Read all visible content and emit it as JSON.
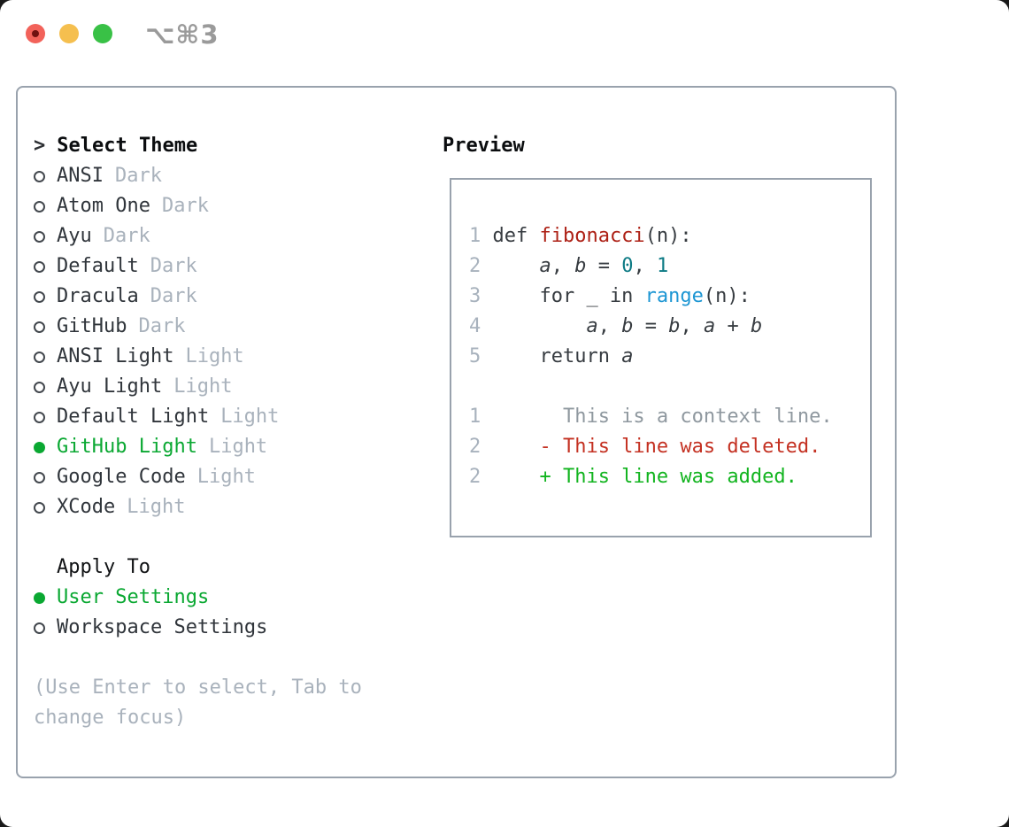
{
  "window": {
    "shortcut": "⌥⌘3"
  },
  "theme_panel": {
    "prompt": ">",
    "title": "Select Theme",
    "themes": [
      {
        "name": "ANSI",
        "tag": "Dark",
        "selected": false
      },
      {
        "name": "Atom One",
        "tag": "Dark",
        "selected": false
      },
      {
        "name": "Ayu",
        "tag": "Dark",
        "selected": false
      },
      {
        "name": "Default",
        "tag": "Dark",
        "selected": false
      },
      {
        "name": "Dracula",
        "tag": "Dark",
        "selected": false
      },
      {
        "name": "GitHub",
        "tag": "Dark",
        "selected": false
      },
      {
        "name": "ANSI Light",
        "tag": "Light",
        "selected": false
      },
      {
        "name": "Ayu Light",
        "tag": "Light",
        "selected": false
      },
      {
        "name": "Default Light",
        "tag": "Light",
        "selected": false
      },
      {
        "name": "GitHub Light",
        "tag": "Light",
        "selected": true
      },
      {
        "name": "Google Code",
        "tag": "Light",
        "selected": false
      },
      {
        "name": "XCode",
        "tag": "Light",
        "selected": false
      }
    ],
    "apply_to": {
      "title": "Apply To",
      "options": [
        {
          "label": "User Settings",
          "selected": true
        },
        {
          "label": "Workspace Settings",
          "selected": false
        }
      ]
    },
    "hint": "(Use Enter to select, Tab to change focus)"
  },
  "preview": {
    "title": "Preview",
    "lines": [
      {
        "num": "1",
        "kind": "code",
        "tokens": [
          [
            "plain",
            "def "
          ],
          [
            "func",
            "fibonacci"
          ],
          [
            "plain",
            "(n):"
          ]
        ]
      },
      {
        "num": "2",
        "kind": "code",
        "tokens": [
          [
            "plain",
            "    "
          ],
          [
            "var",
            "a"
          ],
          [
            "plain",
            ", "
          ],
          [
            "var",
            "b"
          ],
          [
            "plain",
            " = "
          ],
          [
            "numlit",
            "0"
          ],
          [
            "plain",
            ", "
          ],
          [
            "numlit",
            "1"
          ]
        ]
      },
      {
        "num": "3",
        "kind": "code",
        "tokens": [
          [
            "plain",
            "    for _ in "
          ],
          [
            "builtin",
            "range"
          ],
          [
            "plain",
            "(n):"
          ]
        ]
      },
      {
        "num": "4",
        "kind": "code",
        "tokens": [
          [
            "plain",
            "        "
          ],
          [
            "var",
            "a"
          ],
          [
            "plain",
            ", "
          ],
          [
            "var",
            "b"
          ],
          [
            "plain",
            " = "
          ],
          [
            "var",
            "b"
          ],
          [
            "plain",
            ", "
          ],
          [
            "var",
            "a"
          ],
          [
            "plain",
            " + "
          ],
          [
            "var",
            "b"
          ]
        ]
      },
      {
        "num": "5",
        "kind": "code",
        "tokens": [
          [
            "plain",
            "    return "
          ],
          [
            "var",
            "a"
          ]
        ]
      },
      {
        "num": "",
        "kind": "blank",
        "tokens": []
      },
      {
        "num": "1",
        "kind": "context",
        "tokens": [
          [
            "ctx",
            "      This is a context line."
          ]
        ]
      },
      {
        "num": "2",
        "kind": "deleted",
        "tokens": [
          [
            "del",
            "    - This line was deleted."
          ]
        ]
      },
      {
        "num": "2",
        "kind": "added",
        "tokens": [
          [
            "add",
            "    + This line was added."
          ]
        ]
      }
    ]
  },
  "colors": {
    "accent_green": "#0aa832",
    "added_green": "#12b41f",
    "deleted_red": "#c43122",
    "func_red": "#ad2015",
    "builtin_blue": "#1d96d3",
    "number_teal": "#0e7b85",
    "code_text": "#373c41",
    "muted_gray": "#a9b2bc",
    "border_gray": "#99a2ad",
    "light_red": "#f2625a",
    "light_yellow": "#f5bf4f",
    "light_green": "#39c146"
  }
}
